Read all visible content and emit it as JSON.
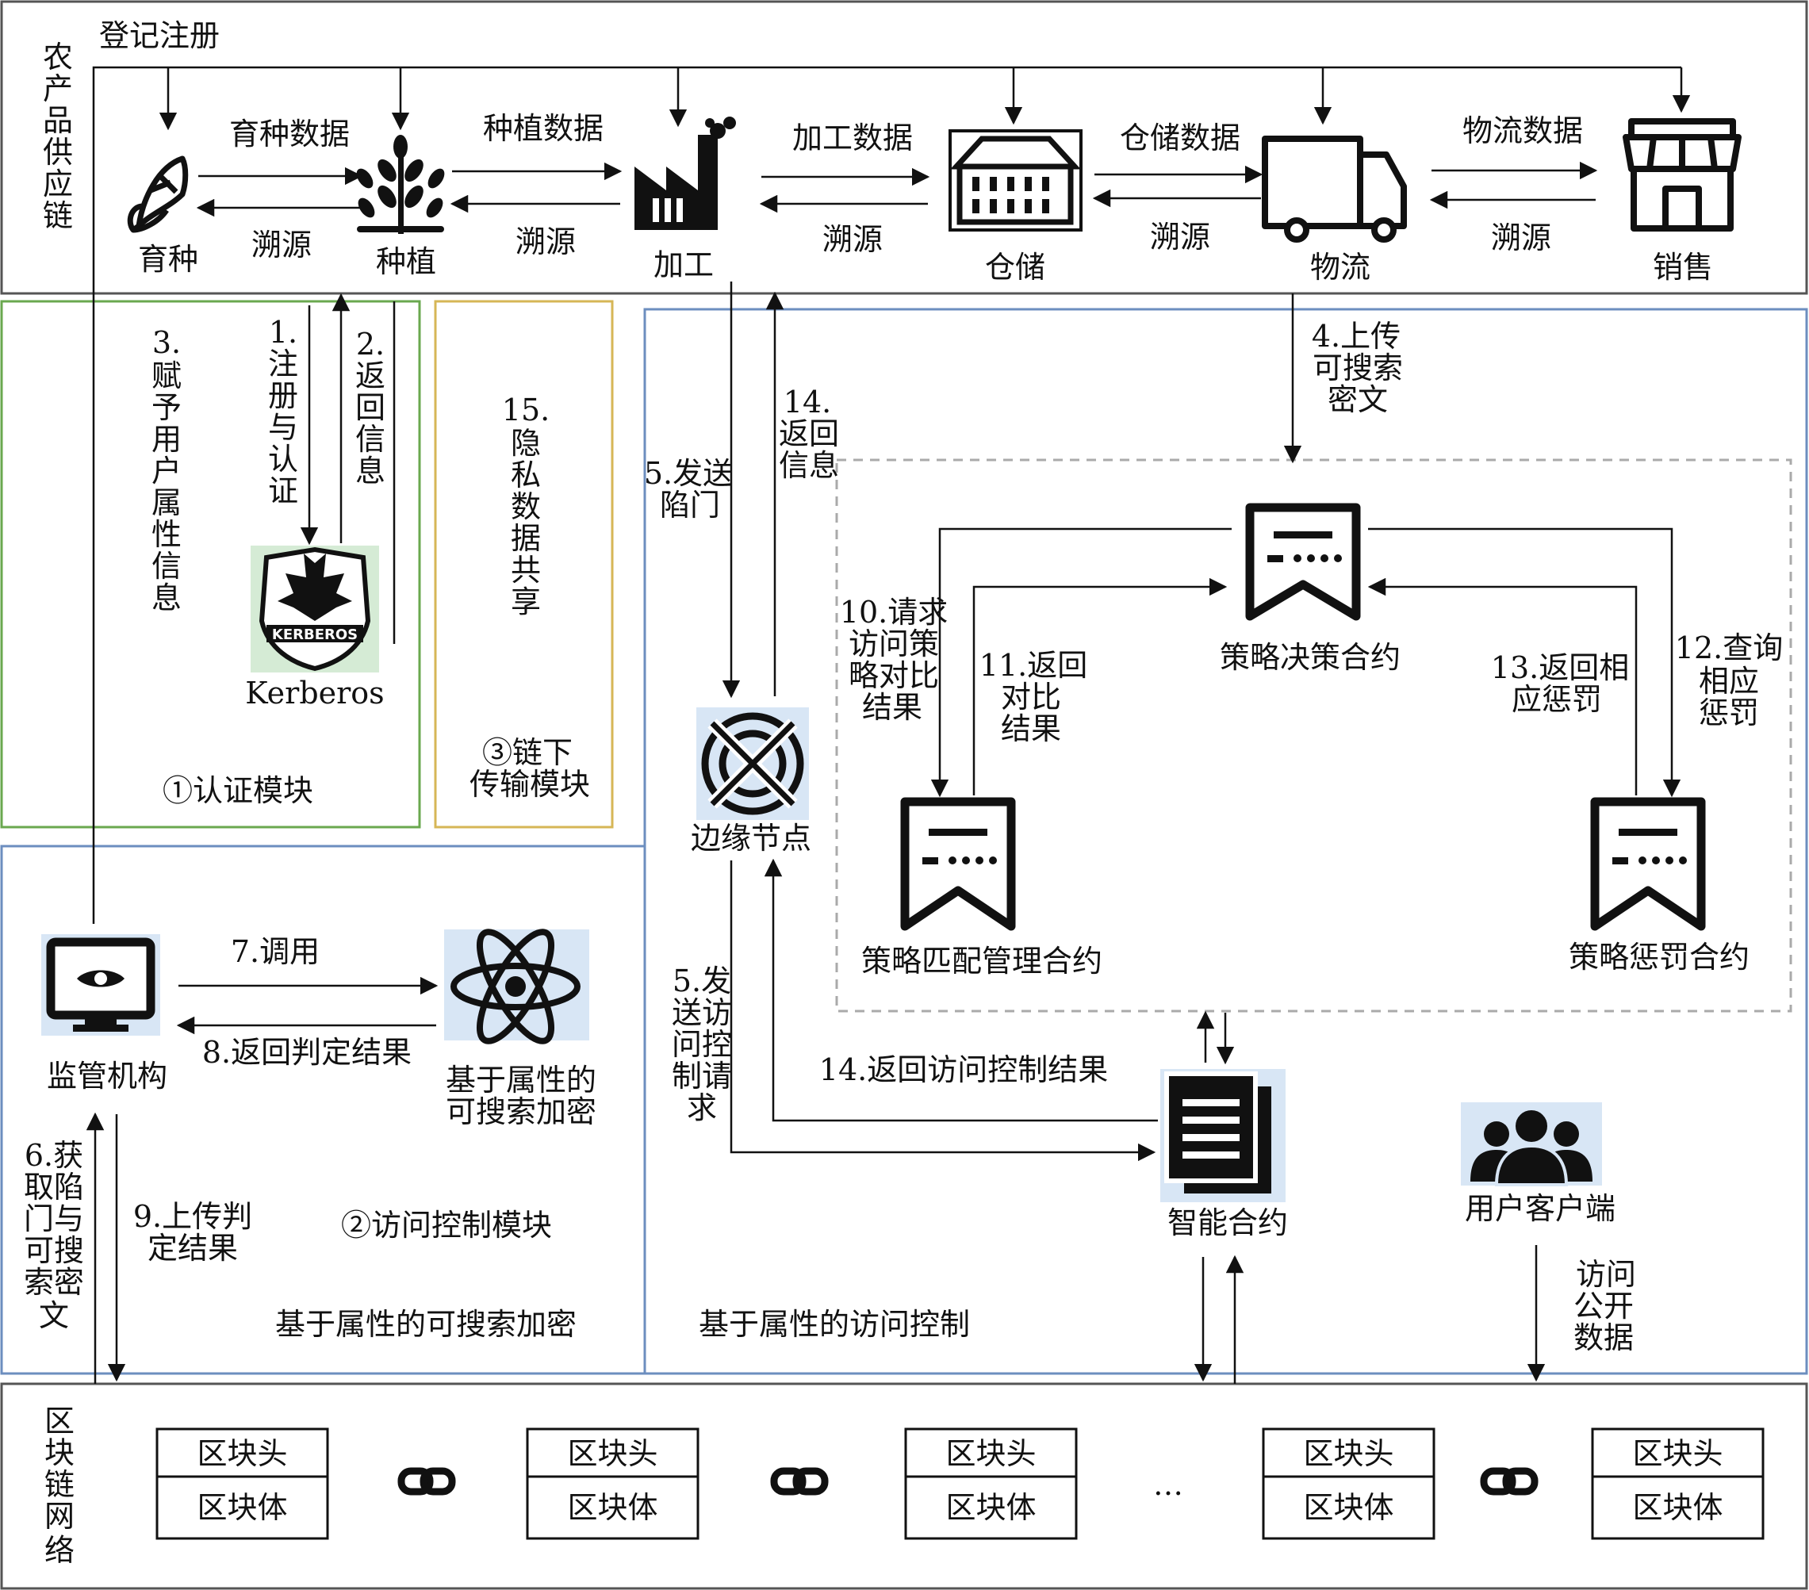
{
  "supply_chain": {
    "side_label": [
      "农",
      "产",
      "品",
      "供",
      "应",
      "链"
    ],
    "register_label": "登记注册",
    "stages": [
      "育种",
      "种植",
      "加工",
      "仓储",
      "物流",
      "销售"
    ],
    "flows": [
      "育种数据",
      "种植数据",
      "加工数据",
      "仓储数据",
      "物流数据"
    ],
    "trace_label": "溯源"
  },
  "auth_module": {
    "step3": [
      "3.",
      "赋",
      "予",
      "用",
      "户",
      "属",
      "性",
      "信",
      "息"
    ],
    "step1": [
      "1.",
      "注",
      "册",
      "与",
      "认",
      "证"
    ],
    "step2": [
      "2.",
      "返",
      "回",
      "信",
      "息"
    ],
    "kerberos_logo_text": "KERBEROS",
    "kerberos_label": "Kerberos",
    "title": "①认证模块"
  },
  "offchain_module": {
    "step15": [
      "15.",
      "隐",
      "私",
      "数",
      "据",
      "共",
      "享"
    ],
    "title": [
      "③链下",
      "传输模块"
    ]
  },
  "edge": {
    "label": "边缘节点",
    "step5_top": [
      "5.发送",
      "陷门"
    ],
    "step14_top": [
      "14.",
      "返回",
      "信息"
    ],
    "step5_bottom": [
      "5.发",
      "送访",
      "问控",
      "制请",
      "求"
    ],
    "step14_bottom": "14.返回访问控制结果"
  },
  "contracts": {
    "step4": [
      "4.上传",
      "可搜索",
      "密文"
    ],
    "decision_label": "策略决策合约",
    "match_label": "策略匹配管理合约",
    "penalty_label": "策略惩罚合约",
    "step10": [
      "10.请求",
      "访问策",
      "略对比",
      "结果"
    ],
    "step11": [
      "11.返回",
      "对比",
      "结果"
    ],
    "step12": [
      "12.查询",
      "相应",
      "惩罚"
    ],
    "step13": [
      "13.返回相",
      "应惩罚"
    ]
  },
  "access_control": {
    "smart_contract_label": "智能合约",
    "user_client_label": "用户客户端",
    "access_public": [
      "访问",
      "公开",
      "数据"
    ],
    "caption": "基于属性的访问控制"
  },
  "search_enc": {
    "regulator_label": "监管机构",
    "step7": "7.调用",
    "step8": "8.返回判定结果",
    "abse_label": [
      "基于属性的",
      "可搜索加密"
    ],
    "step6": [
      "6.获",
      "取陷",
      "门与",
      "可搜",
      "索密",
      "文"
    ],
    "step9": [
      "9.上传判",
      "定结果"
    ],
    "module_title": "②访问控制模块",
    "caption": "基于属性的可搜索加密"
  },
  "blockchain": {
    "side_label": [
      "区",
      "块",
      "链",
      "网",
      "络"
    ],
    "block_header": "区块头",
    "block_body": "区块体",
    "ellipsis": "…",
    "block_count": 5
  }
}
